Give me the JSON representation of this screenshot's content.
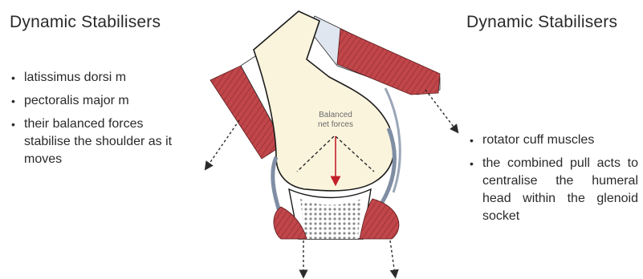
{
  "left": {
    "heading": "Dynamic Stabilisers",
    "bullets": [
      "latissimus dorsi  m",
      "pectoralis major m",
      "their balanced forces stabilise the shoulder as it moves"
    ]
  },
  "right": {
    "heading": "Dynamic Stabilisers",
    "bullets": [
      "rotator cuff muscles",
      "the combined pull acts to centralise the humeral head within the glenoid socket"
    ]
  },
  "diagram": {
    "force_label_line1": "Balanced",
    "force_label_line2": "net forces",
    "colors": {
      "bone": "#fbf4dd",
      "muscle": "#c0464a",
      "muscle_dark": "#8e2b2f",
      "tendon": "#dfe6ef",
      "arrow": "#c2202a",
      "outline": "#1c1c1c"
    }
  }
}
